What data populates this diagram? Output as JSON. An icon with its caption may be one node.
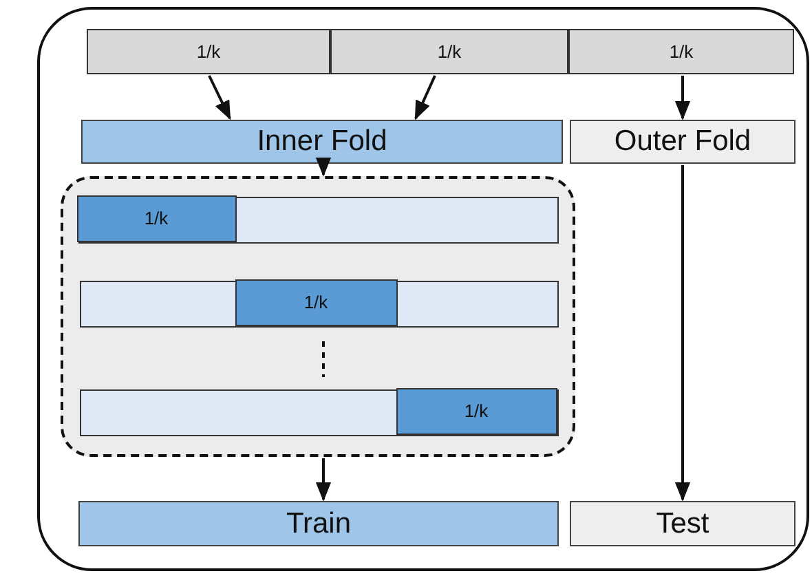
{
  "diagram": {
    "nodes": [
      {
        "text": [],
        "shape": "box"
      },
      {
        "text": [
          "1/k"
        ],
        "in": 0
      },
      {
        "text": [
          "1/k"
        ],
        "in": 0
      },
      {
        "text": [
          "1/k"
        ],
        "in": 0
      },
      {
        "text": [
          "Inner Fold"
        ],
        "in": 0
      },
      {
        "text": [
          "Outer Fold"
        ],
        "in": 0
      },
      {
        "text": [],
        "shape": "box",
        "in": 0
      },
      {
        "text": [],
        "shape": "bar",
        "in": 6
      },
      {
        "text": [
          "1/k"
        ],
        "in": 7
      },
      {
        "text": [],
        "shape": "bar",
        "in": 6
      },
      {
        "text": [
          "1/k"
        ],
        "in": 9
      },
      {
        "text": [],
        "shape": "bar",
        "in": 6
      },
      {
        "text": [
          "1/k"
        ],
        "in": 11
      },
      {
        "text": [
          "Train"
        ],
        "in": 0
      },
      {
        "text": [
          "Test"
        ],
        "in": 0
      }
    ],
    "edges": [
      {
        "from": 1,
        "to": 4,
        "arrow": "to"
      },
      {
        "from": 2,
        "to": 4,
        "arrow": "to"
      },
      {
        "from": 3,
        "to": 5,
        "arrow": "to"
      },
      {
        "from": 4,
        "to": 6,
        "arrow": "to"
      },
      {
        "from": 6,
        "to": 13,
        "arrow": "to"
      },
      {
        "from": 5,
        "to": 14,
        "arrow": "to"
      }
    ]
  }
}
